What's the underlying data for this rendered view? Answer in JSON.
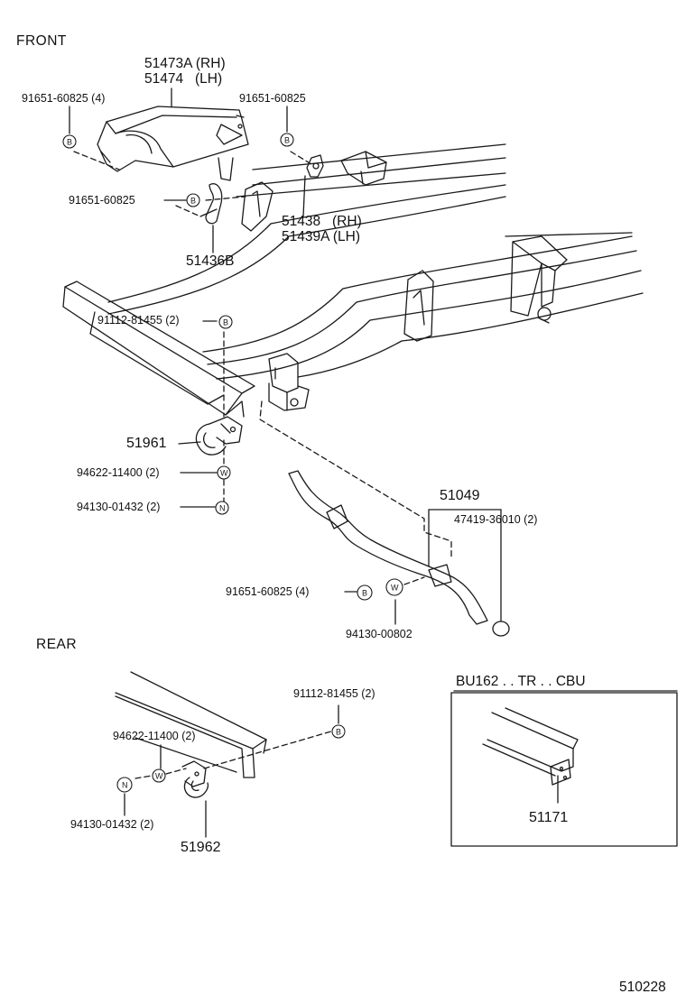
{
  "sections": {
    "front": "FRONT",
    "rear": "REAR"
  },
  "inset": {
    "title": "BU162 . . TR . . CBU",
    "part": "51171"
  },
  "diagram_id": "510228",
  "symbols": {
    "bolt": "B",
    "washer": "W",
    "nut": "N"
  },
  "labels": {
    "p51473a": "51473A (RH)",
    "p51474": "51474   (LH)",
    "b_9165160825_4_top": "91651-60825 (4)",
    "b_9165160825_right": "91651-60825",
    "b_9165160825_mid": "91651-60825",
    "p51438": "51438   (RH)",
    "p51439a": "51439A (LH)",
    "p51436b": "51436B",
    "b_9111281455_2_front": "91112-81455 (2)",
    "p51961": "51961",
    "w_9462211400_2_front": "94622-11400 (2)",
    "n_9413001432_2_front": "94130-01432 (2)",
    "p51049": "51049",
    "p4741936010": "47419-36010 (2)",
    "b_9165160825_4_low": "91651-60825 (4)",
    "n_9413000802": "94130-00802",
    "b_9111281455_2_rear": "91112-81455 (2)",
    "w_9462211400_2_rear": "94622-11400 (2)",
    "n_9413001432_2_rear": "94130-01432 (2)",
    "p51962": "51962"
  }
}
